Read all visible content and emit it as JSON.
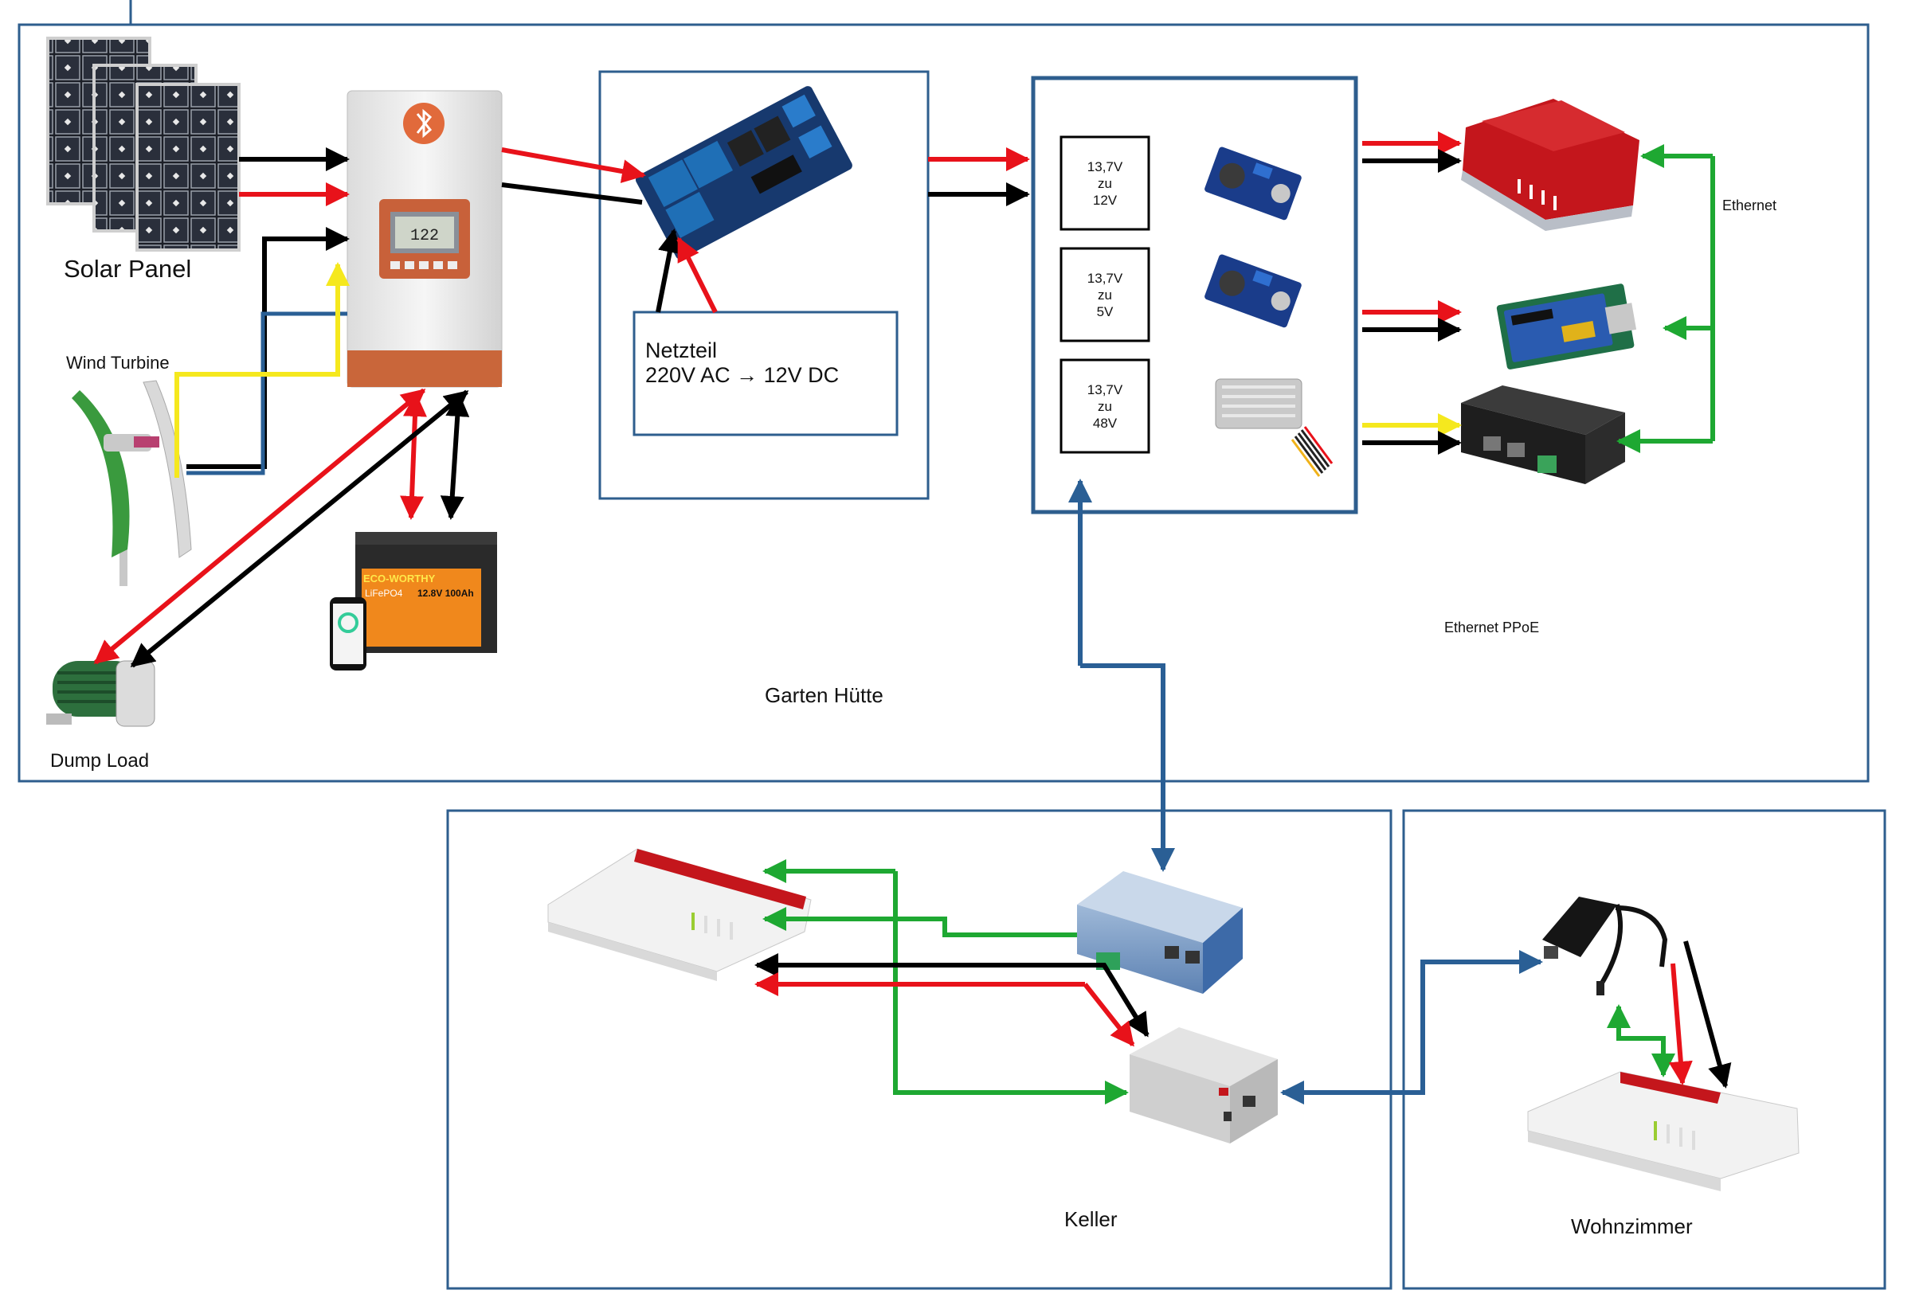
{
  "zones": {
    "garten": "Garten Hütte",
    "keller": "Keller",
    "wohnzimmer": "Wohnzimmer"
  },
  "labels": {
    "solar_panel": "Solar Panel",
    "wind_turbine": "Wind Turbine",
    "dump_load": "Dump Load",
    "ethernet": "Ethernet",
    "ethernet_ppoe": "Ethernet PPoE"
  },
  "netzteil": {
    "line1": "Netzteil",
    "line2": "220V AC → 12V DC"
  },
  "converters": [
    {
      "from": "13,7V",
      "to_word": "zu",
      "to": "12V"
    },
    {
      "from": "13,7V",
      "to_word": "zu",
      "to": "5V"
    },
    {
      "from": "13,7V",
      "to_word": "zu",
      "to": "48V"
    }
  ],
  "device_text": {
    "charger_lcd": "122",
    "battery_brand": "ECO-WORTHY",
    "battery_type": "LiFePO4",
    "battery_spec": "12.8V 100Ah"
  },
  "colors": {
    "box_border": "#2e5e8e",
    "power_positive": "#e8121a",
    "power_negative": "#000000",
    "ethernet": "#1ea832",
    "poe_link": "#2a5f95",
    "wind_ac": "#f5e81e"
  }
}
